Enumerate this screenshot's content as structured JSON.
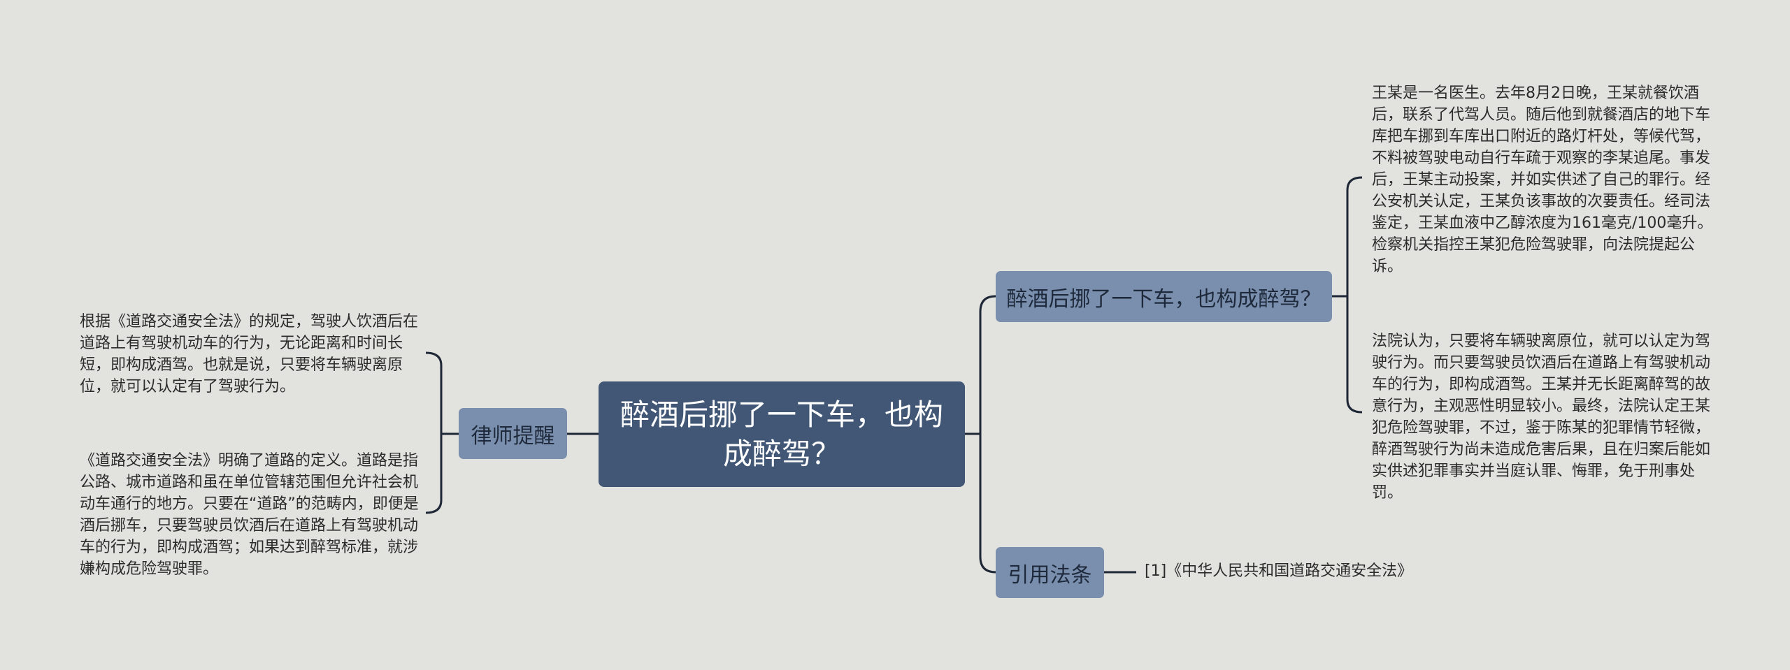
{
  "root": {
    "title": "醉酒后挪了一下车，也构成醉驾？"
  },
  "left_branch": {
    "label": "律师提醒",
    "leaves": [
      "根据《道路交通安全法》的规定，驾驶人饮酒后在道路上有驾驶机动车的行为，无论距离和时间长短，即构成酒驾。也就是说，只要将车辆驶离原位，就可以认定有了驾驶行为。",
      "《道路交通安全法》明确了道路的定义。道路是指公路、城市道路和虽在单位管辖范围但允许社会机动车通行的地方。只要在“道路”的范畴内，即便是酒后挪车，只要驾驶员饮酒后在道路上有驾驶机动车的行为，即构成酒驾；如果达到醉驾标准，就涉嫌构成危险驾驶罪。"
    ]
  },
  "right_branches": [
    {
      "label": "醉酒后挪了一下车，也构成醉驾？",
      "leaves": [
        "王某是一名医生。去年8月2日晚，王某就餐饮酒后，联系了代驾人员。随后他到就餐酒店的地下车库把车挪到车库出口附近的路灯杆处，等候代驾，不料被驾驶电动自行车疏于观察的李某追尾。事发后，王某主动投案，并如实供述了自己的罪行。经公安机关认定，王某负该事故的次要责任。经司法鉴定，王某血液中乙醇浓度为161毫克/100毫升。检察机关指控王某犯危险驾驶罪，向法院提起公诉。",
        "法院认为，只要将车辆驶离原位，就可以认定为驾驶行为。而只要驾驶员饮酒后在道路上有驾驶机动车的行为，即构成酒驾。王某并无长距离醉驾的故意行为，主观恶性明显较小。最终，法院认定王某犯危险驾驶罪，不过，鉴于陈某的犯罪情节轻微，醉酒驾驶行为尚未造成危害后果，且在归案后能如实供述犯罪事实并当庭认罪、悔罪，免于刑事处罚。"
      ]
    },
    {
      "label": "引用法条",
      "leaves": [
        "[1]《中华人民共和国道路交通安全法》"
      ]
    }
  ],
  "colors": {
    "background": "#e2e2de",
    "root_fill": "#415775",
    "branch_fill": "#7a8fad",
    "connector": "#1e2735"
  }
}
